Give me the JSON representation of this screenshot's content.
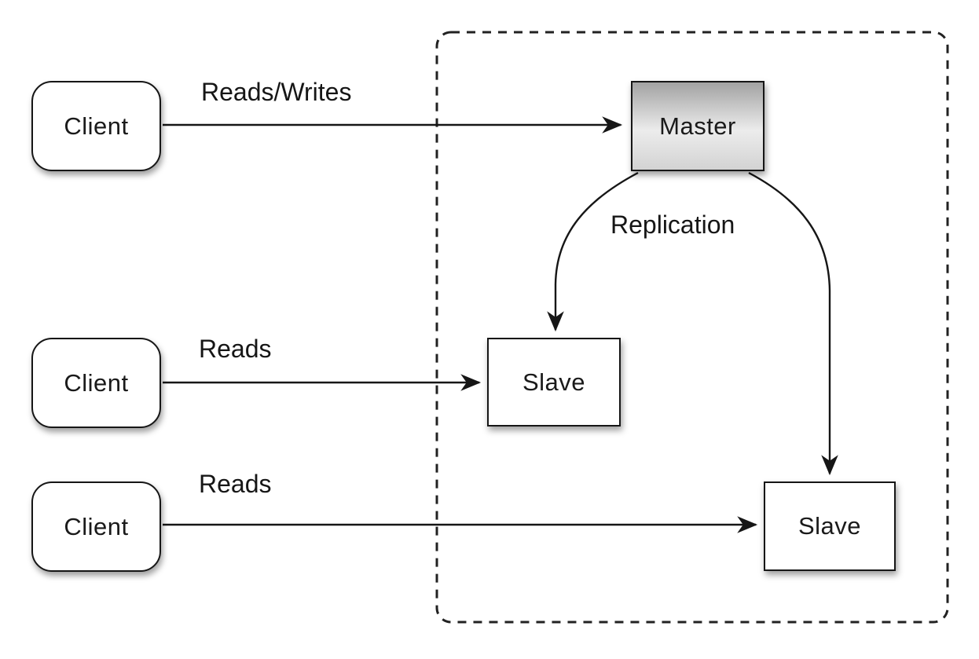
{
  "diagram": {
    "nodes": {
      "clients": [
        {
          "label": "Client"
        },
        {
          "label": "Client"
        },
        {
          "label": "Client"
        }
      ],
      "master": {
        "label": "Master"
      },
      "slaves": [
        {
          "label": "Slave"
        },
        {
          "label": "Slave"
        }
      ]
    },
    "edges": [
      {
        "from": "client-1",
        "to": "master",
        "label": "Reads/Writes"
      },
      {
        "from": "client-2",
        "to": "slave-1",
        "label": "Reads"
      },
      {
        "from": "client-3",
        "to": "slave-2",
        "label": "Reads"
      },
      {
        "from": "master",
        "to": "slave-1",
        "label": "Replication"
      },
      {
        "from": "master",
        "to": "slave-2",
        "label": "Replication"
      }
    ],
    "labels": {
      "reads_writes": "Reads/Writes",
      "reads_2": "Reads",
      "reads_3": "Reads",
      "replication": "Replication"
    },
    "colors": {
      "background": "#ffffff",
      "line": "#161616",
      "node_border": "#161616",
      "node_fill": "#ffffff",
      "master_gradient_top": "#a2a2a2",
      "master_gradient_mid": "#ececec",
      "master_gradient_bottom": "#d3d3d3",
      "dashed_boundary": "#222222"
    }
  }
}
